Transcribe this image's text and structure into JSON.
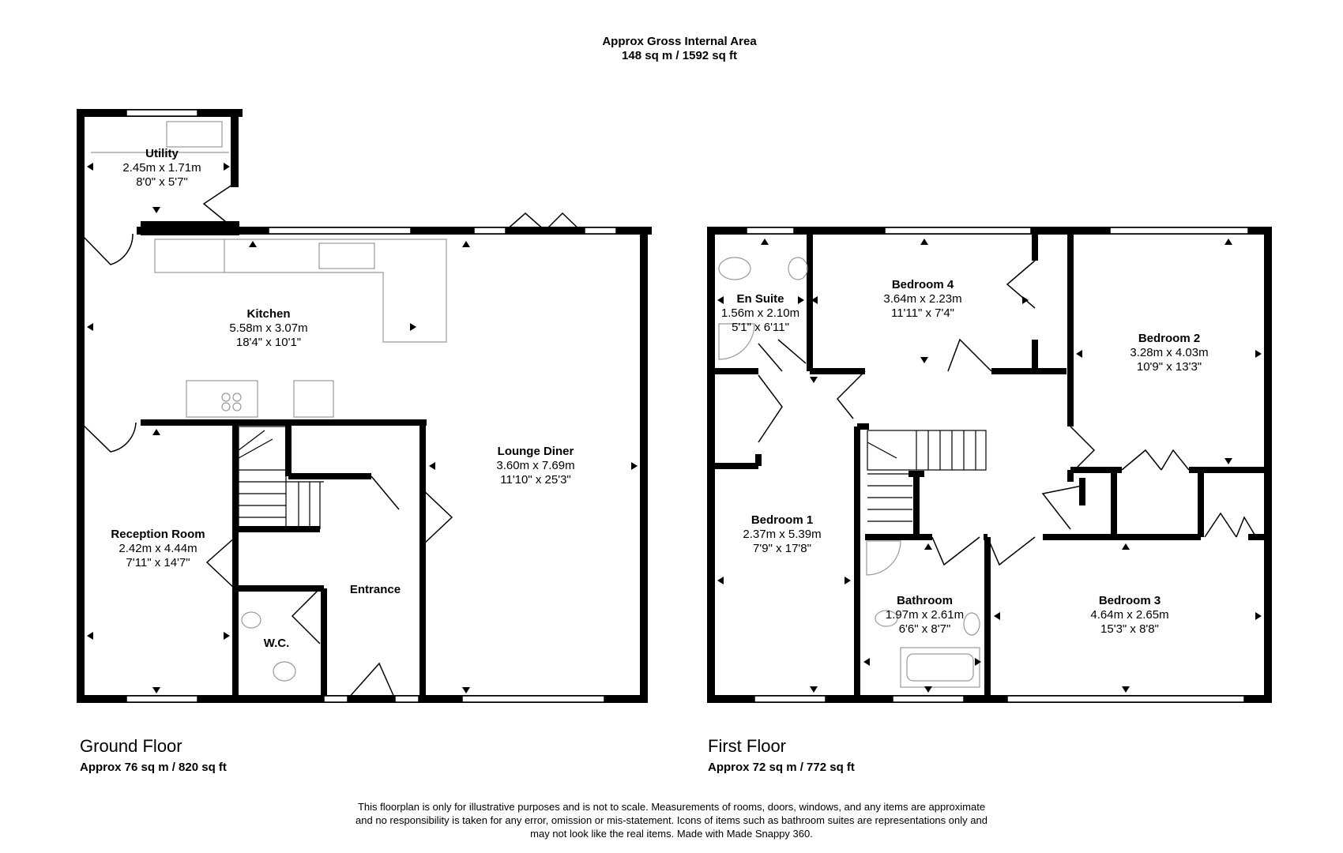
{
  "header": {
    "title": "Approx Gross Internal Area",
    "area": "148 sq m / 1592 sq ft"
  },
  "floors": [
    {
      "name": "Ground Floor",
      "area": "Approx 76 sq m / 820 sq ft"
    },
    {
      "name": "First Floor",
      "area": "Approx 72 sq m / 772 sq ft"
    }
  ],
  "rooms": {
    "utility": {
      "name": "Utility",
      "metric": "2.45m x 1.71m",
      "imperial": "8'0\" x 5'7\""
    },
    "kitchen": {
      "name": "Kitchen",
      "metric": "5.58m x 3.07m",
      "imperial": "18'4\" x 10'1\""
    },
    "lounge": {
      "name": "Lounge Diner",
      "metric": "3.60m x 7.69m",
      "imperial": "11'10\" x 25'3\""
    },
    "reception": {
      "name": "Reception Room",
      "metric": "2.42m x 4.44m",
      "imperial": "7'11\" x 14'7\""
    },
    "entrance": {
      "name": "Entrance"
    },
    "wc": {
      "name": "W.C."
    },
    "ensuite": {
      "name": "En Suite",
      "metric": "1.56m x 2.10m",
      "imperial": "5'1\" x 6'11\""
    },
    "bedroom4": {
      "name": "Bedroom 4",
      "metric": "3.64m x 2.23m",
      "imperial": "11'11\" x 7'4\""
    },
    "bedroom2": {
      "name": "Bedroom 2",
      "metric": "3.28m x 4.03m",
      "imperial": "10'9\" x 13'3\""
    },
    "bedroom1": {
      "name": "Bedroom 1",
      "metric": "2.37m x 5.39m",
      "imperial": "7'9\" x 17'8\""
    },
    "bathroom": {
      "name": "Bathroom",
      "metric": "1.97m x 2.61m",
      "imperial": "6'6\" x 8'7\""
    },
    "bedroom3": {
      "name": "Bedroom 3",
      "metric": "4.64m x 2.65m",
      "imperial": "15'3\" x 8'8\""
    }
  },
  "disclaimer": [
    "This floorplan is only for illustrative purposes and is not to scale. Measurements of rooms, doors, windows, and any items are approximate",
    "and no responsibility is taken for any error, omission or mis-statement. Icons of items such as bathroom suites are representations only and",
    "may not look like the real items. Made with Made Snappy 360."
  ],
  "colors": {
    "wall": "#000000",
    "fixture": "#999999",
    "window": "#ffffff"
  }
}
